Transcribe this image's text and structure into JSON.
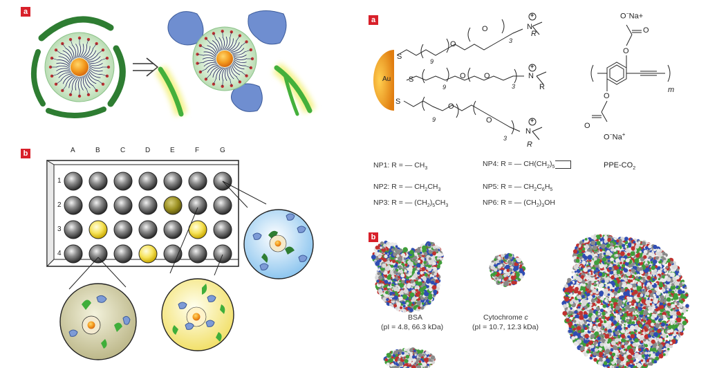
{
  "panel_labels": {
    "left_a": "a",
    "left_b": "b",
    "right_a": "a",
    "right_b": "b"
  },
  "plate": {
    "columns": [
      "A",
      "B",
      "C",
      "D",
      "E",
      "F",
      "G"
    ],
    "rows": [
      "1",
      "2",
      "3",
      "4"
    ]
  },
  "chem": {
    "au": "Au",
    "s": "S",
    "n": "N",
    "plus": "+",
    "r": "R",
    "sub9": "9",
    "sub3": "3",
    "o": "O",
    "m": "m",
    "top_o": "O",
    "top_na": "Na+",
    "bot_o": "O",
    "bot_na": "Na",
    "bot_plus": "+",
    "polymer_name": "PPE-CO",
    "polymer_sub": "2",
    "np1": "NP1: R = — CH",
    "np1_sub": "3",
    "np2": "NP2: R = — CH",
    "np2_sub": "2",
    "np2_tail": "CH",
    "np2_sub2": "3",
    "np3": "NP3: R = — (CH",
    "np3_sub": "2",
    "np3_mid": ")",
    "np3_sub2": "5",
    "np3_tail": "CH",
    "np3_sub3": "3",
    "np4": "NP4: R = — CH(CH",
    "np4_sub": "2",
    "np4_mid": ")",
    "np4_sub2": "5",
    "np5": "NP5: R = — CH",
    "np5_sub": "2",
    "np5_tail": "C",
    "np5_sub2": "6",
    "np5_h": "H",
    "np5_sub3": "5",
    "np6": "NP6: R = — (CH",
    "np6_sub": "2",
    "np6_mid": ")",
    "np6_sub2": "3",
    "np6_tail": "OH"
  },
  "proteins": {
    "bsa_name": "BSA",
    "bsa_info": "(pI = 4.8, 66.3 kDa)",
    "cyt_name": "Cytochrome ",
    "cyt_italic": "c",
    "cyt_info": "(pI = 10.7, 12.3 kDa)"
  }
}
